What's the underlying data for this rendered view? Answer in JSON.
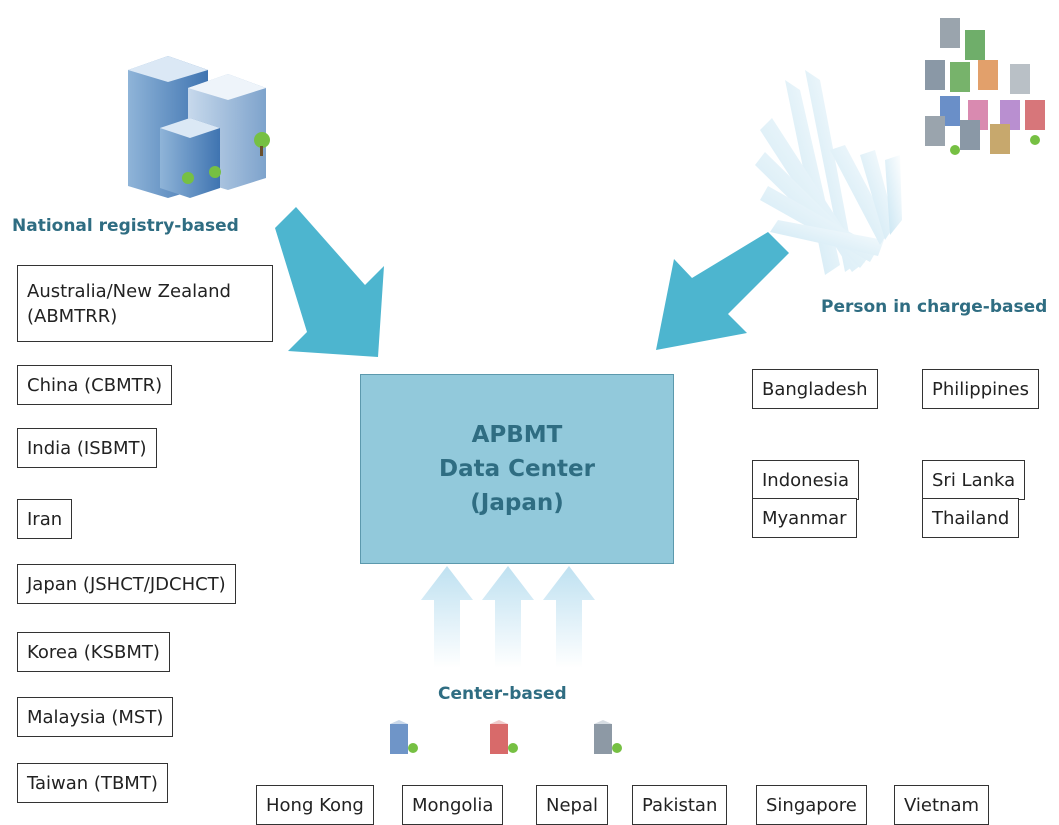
{
  "center": {
    "line1": "APBMT",
    "line2": "Data Center",
    "line3": "(Japan)"
  },
  "national": {
    "heading": "National registry-based",
    "items": [
      "Australia/New Zealand (ABMTRR)",
      "China (CBMTR)",
      "India (ISBMT)",
      "Iran",
      "Japan (JSHCT/JDCHCT)",
      "Korea (KSBMT)",
      "Malaysia (MST)",
      "Taiwan (TBMT)"
    ]
  },
  "person": {
    "heading": "Person in charge-based",
    "items": [
      "Bangladesh",
      "Philippines",
      "Indonesia",
      "Sri Lanka",
      "Myanmar",
      "Thailand"
    ]
  },
  "centerBased": {
    "heading": "Center-based",
    "items": [
      "Hong Kong",
      "Mongolia",
      "Nepal",
      "Pakistan",
      "Singapore",
      "Vietnam"
    ]
  },
  "colors": {
    "arrow": "#4db5cf",
    "centerFill": "#92c9db",
    "heading": "#2f6d82",
    "fadeArrow": "#d4ebf6"
  },
  "icons": [
    "office-buildings-icon",
    "building-cluster-icon",
    "small-building-icon"
  ]
}
